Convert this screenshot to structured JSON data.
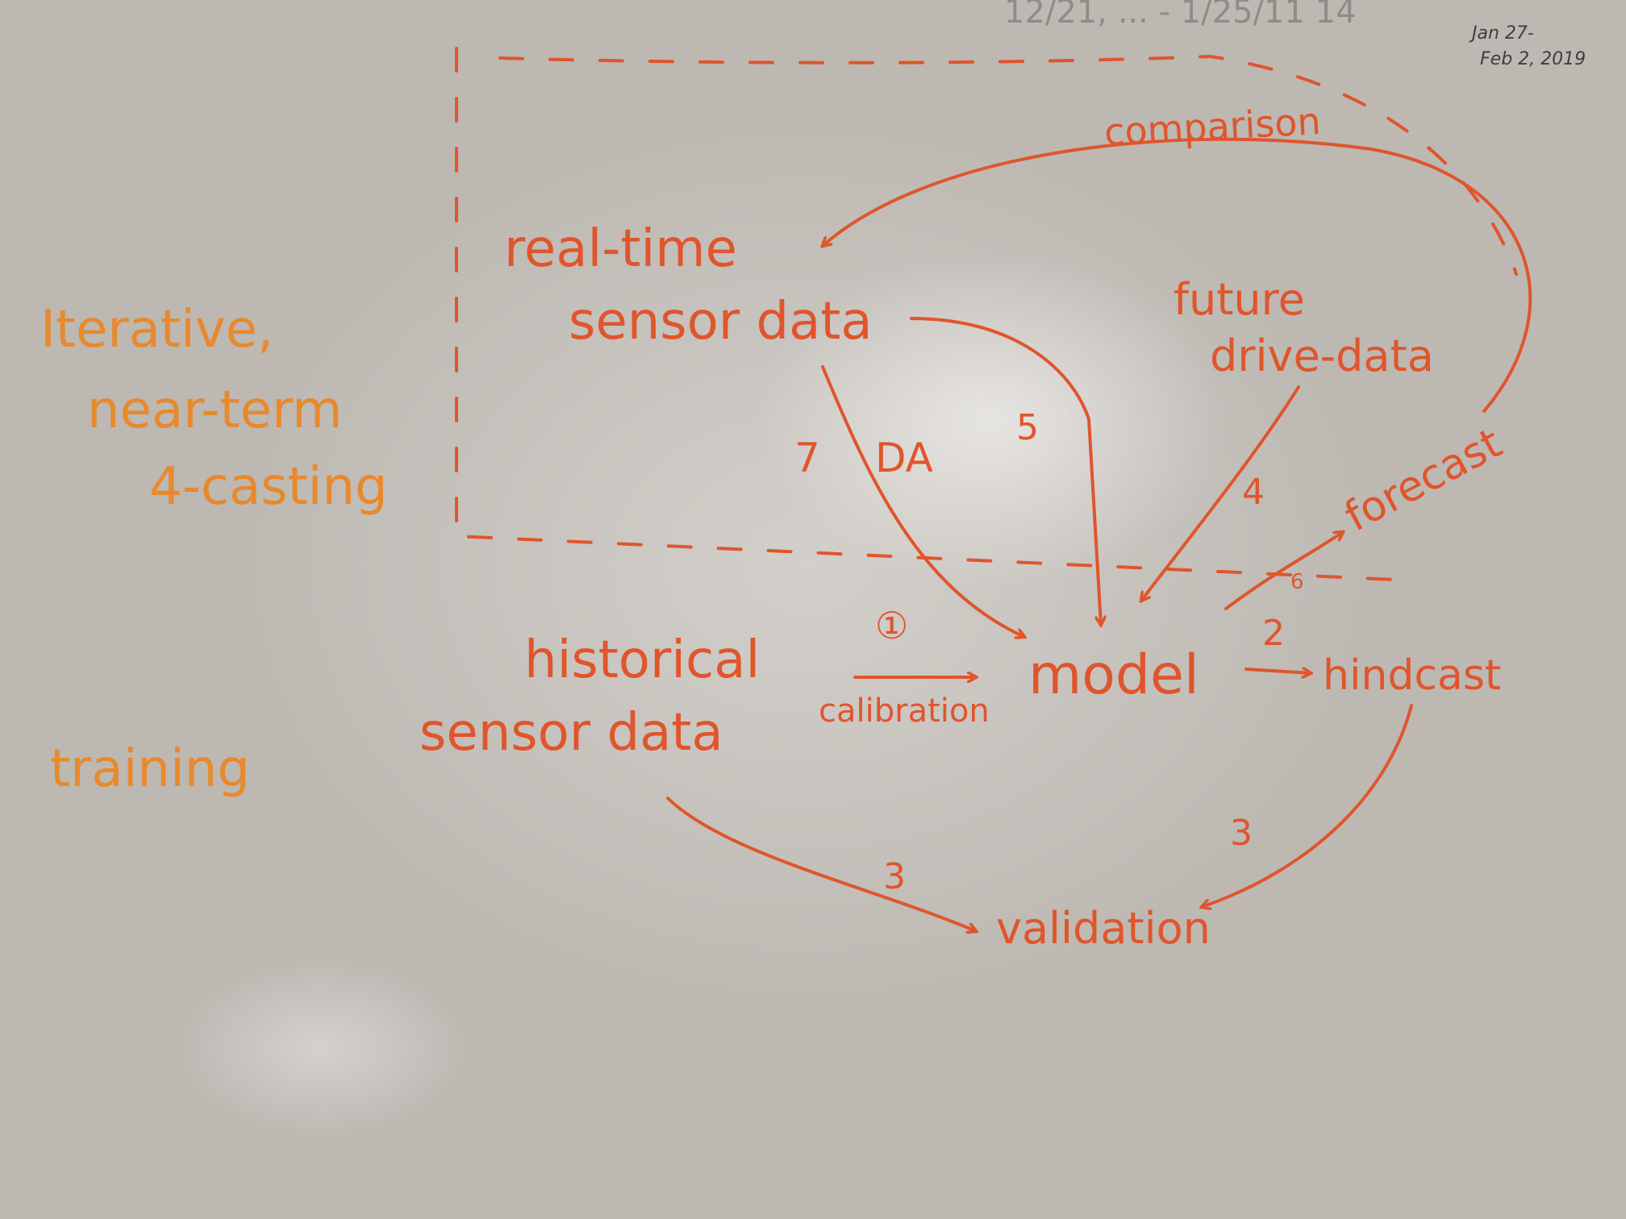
{
  "date_note": [
    "Jan 27-",
    "Feb 2, 2019"
  ],
  "top_scribble": "12/21, ... - 1/25/11 14",
  "section_labels": {
    "upper": [
      "Iterative,",
      "near-term",
      "4-casting"
    ],
    "lower": "training"
  },
  "nodes": {
    "realtime": [
      "real-time",
      "sensor data"
    ],
    "future": [
      "future",
      "drive-data"
    ],
    "historical": [
      "historical",
      "sensor data"
    ],
    "model": "model",
    "hindcast": "hindcast",
    "forecast": "forecast",
    "validation": "validation"
  },
  "edge_labels": {
    "comparison": "comparison",
    "calibration": "calibration",
    "step1": "①",
    "step2": "2",
    "step3a": "3",
    "step3b": "3",
    "step4": "4",
    "step5": "5",
    "step6": "6",
    "step7": "7",
    "da": "DA"
  },
  "colors": {
    "marker_red": "#e0552c",
    "marker_orange": "#e8892c",
    "board": "#c9c4be"
  }
}
